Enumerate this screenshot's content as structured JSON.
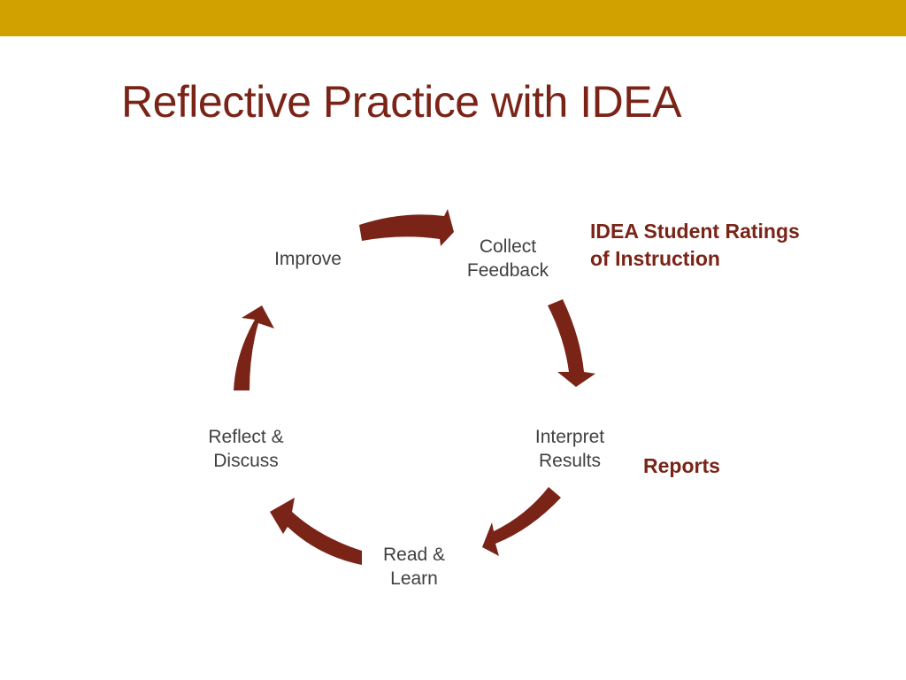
{
  "title": "Reflective Practice with IDEA",
  "colors": {
    "top_bar": "#d1a100",
    "accent": "#7a2418",
    "node_text": "#404040"
  },
  "cycle": {
    "steps": [
      {
        "lines": [
          "Improve"
        ]
      },
      {
        "lines": [
          "Collect",
          "Feedback"
        ]
      },
      {
        "lines": [
          "Interpret",
          "Results"
        ]
      },
      {
        "lines": [
          "Read &",
          "Learn"
        ]
      },
      {
        "lines": [
          "Reflect &",
          "Discuss"
        ]
      }
    ]
  },
  "notes": {
    "ratings": [
      "IDEA Student Ratings",
      "of Instruction"
    ],
    "reports": [
      "Reports"
    ]
  }
}
